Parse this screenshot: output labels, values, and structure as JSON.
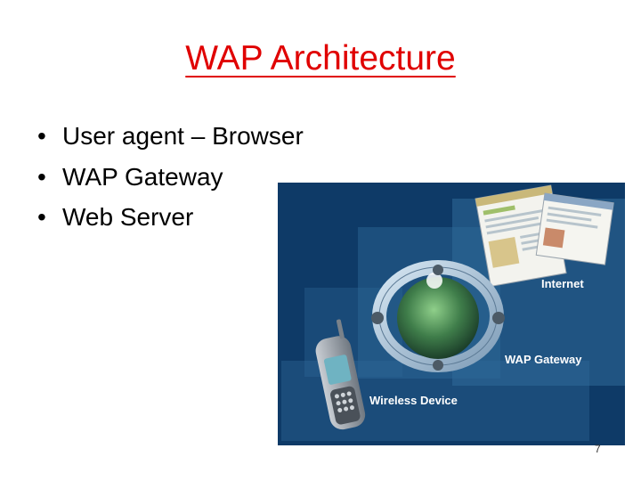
{
  "slide": {
    "title": "WAP Architecture",
    "bullets": [
      "User agent – Browser",
      "WAP Gateway",
      "Web Server"
    ],
    "page_number": "7"
  },
  "figure": {
    "labels": {
      "internet": "Internet",
      "wap_gateway": "WAP Gateway",
      "wireless_device": "Wireless Device"
    },
    "colors": {
      "background": "#0e3a67",
      "panel": "#2f6a99",
      "title_red": "#e00000"
    }
  }
}
